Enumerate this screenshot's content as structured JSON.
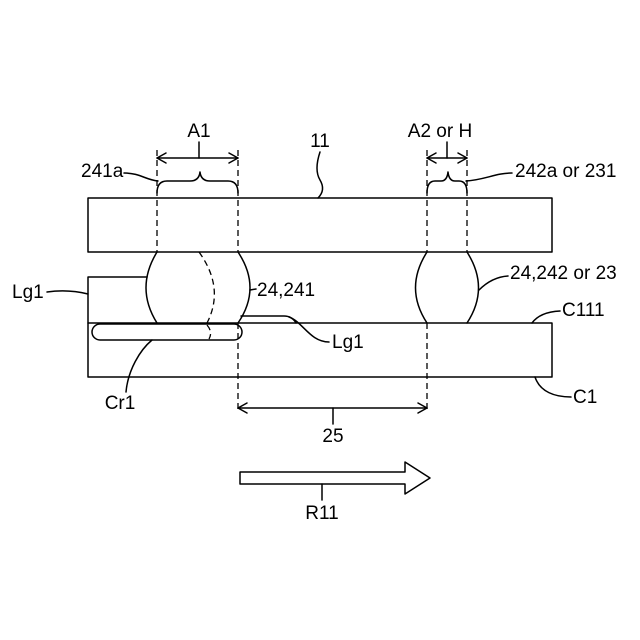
{
  "labels": {
    "dimension_a1": "A1",
    "dimension_a2": "A2 or H",
    "top_member": "11",
    "top_left_region": "241a",
    "top_right_region": "242a or 231",
    "left_leak": "Lg1",
    "left_bump": "24,241",
    "right_bump": "24,242 or 23",
    "bottom_surface": "C111",
    "right_leak": "Lg1",
    "crack": "Cr1",
    "bottom_member": "C1",
    "gap": "25",
    "direction_arrow": "R11"
  },
  "colors": {
    "line": "#000000",
    "background": "#ffffff"
  }
}
